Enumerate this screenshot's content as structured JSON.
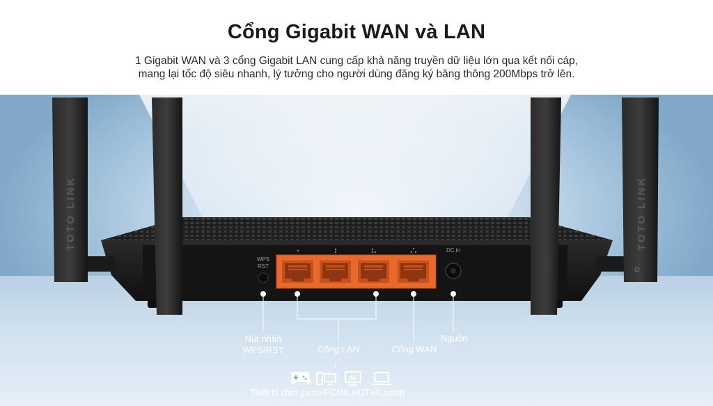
{
  "header": {
    "title": "Cổng Gigabit WAN và LAN",
    "subtitle_line1": "1 Gigabit WAN và 3 cổng Gigabit LAN cung cấp khả năng truyền dữ liệu lớn qua kết nối cáp,",
    "subtitle_line2": "mang lại tốc độ siêu nhanh, lý tưởng cho người dùng đăng ký băng thông 200Mbps trở lên."
  },
  "router": {
    "brand_left": "TOTO LINK",
    "brand_right": "TOTO LINK",
    "wps_label_top": "WPS",
    "wps_label_bottom": "RST",
    "dc_label": "DC in",
    "port_color": "#e8692a",
    "body_color": "#1b1b1b"
  },
  "callouts": {
    "wps_line1": "Nút nhấn",
    "wps_line2": "WPS/RST",
    "lan": "Cổng LAN",
    "wan": "Cổng WAN",
    "power": "Nguồn"
  },
  "devices": {
    "arrow": "↓",
    "icons": [
      "gamepad-icon",
      "pc-icon",
      "4k-tv-icon",
      "laptop-icon"
    ],
    "four_k_text": "4k",
    "caption": "Thiết bị chơi game/PC/4K HDTV/Laptop"
  }
}
